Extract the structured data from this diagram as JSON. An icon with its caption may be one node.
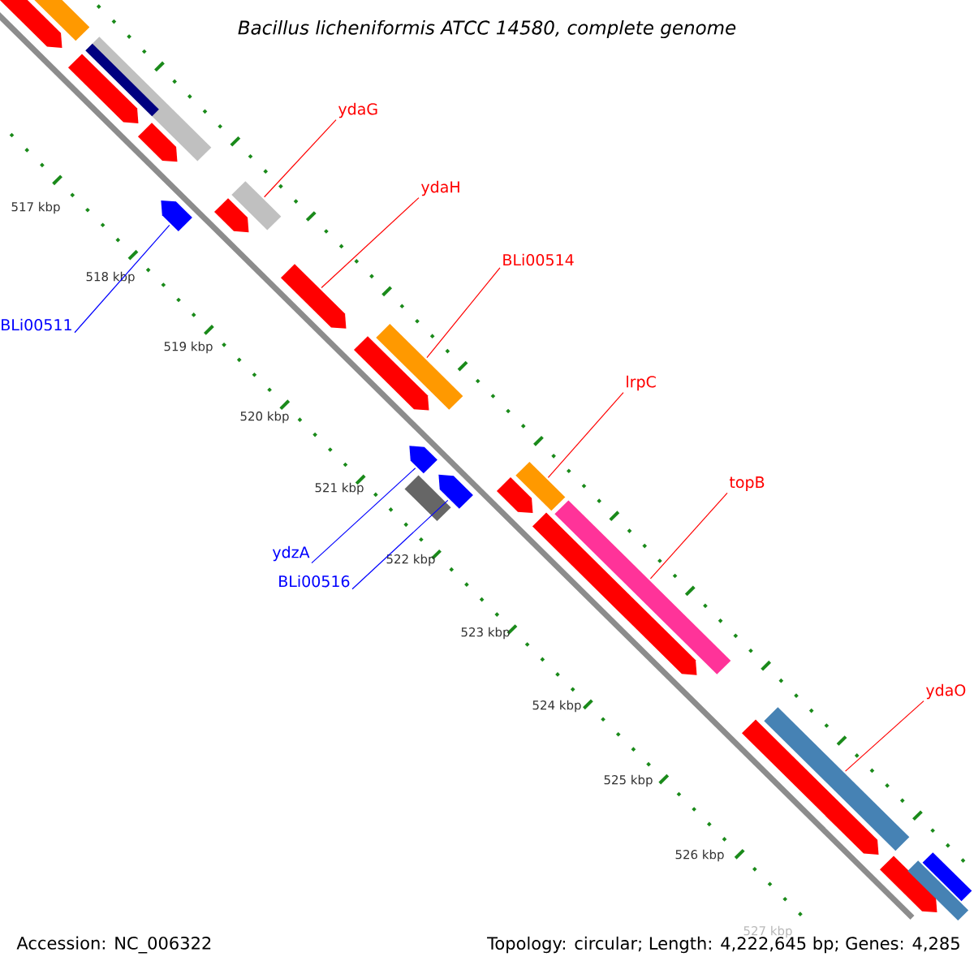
{
  "diagram": {
    "title": "Bacillus licheniformis ATCC 14580, complete genome",
    "nodes": [
      {
        "text": [
          "ydaG"
        ]
      },
      {
        "text": [
          "ydaH"
        ]
      },
      {
        "text": [
          "BLi00514"
        ]
      },
      {
        "text": [
          "lrpC"
        ]
      },
      {
        "text": [
          "topB"
        ]
      },
      {
        "text": [
          "ydaO"
        ]
      },
      {
        "text": [
          "BLi00511"
        ]
      },
      {
        "text": [
          "ydzA"
        ]
      },
      {
        "text": [
          "BLi00516"
        ]
      },
      {
        "text": [],
        "shape": "bar"
      },
      {
        "text": [],
        "shape": "bar"
      },
      {
        "text": [],
        "shape": "bar"
      },
      {
        "text": [],
        "shape": "bar",
        "in": 11
      },
      {
        "text": [],
        "shape": "bar"
      },
      {
        "text": [],
        "shape": "bar"
      },
      {
        "text": [],
        "shape": "bar"
      },
      {
        "text": [],
        "shape": "bar"
      },
      {
        "text": [],
        "shape": "bar"
      },
      {
        "text": [],
        "shape": "bar"
      },
      {
        "text": [],
        "shape": "bar"
      },
      {
        "text": [],
        "shape": "bar"
      },
      {
        "text": [],
        "shape": "bar"
      },
      {
        "text": [],
        "shape": "bar"
      },
      {
        "text": [],
        "shape": "bar"
      },
      {
        "text": [],
        "shape": "bar"
      },
      {
        "text": [],
        "shape": "bar"
      },
      {
        "text": [],
        "shape": "bar"
      },
      {
        "text": [],
        "shape": "bar"
      },
      {
        "text": [],
        "shape": "bar"
      },
      {
        "text": [],
        "shape": "bar"
      },
      {
        "text": [],
        "shape": "bar"
      },
      {
        "text": [],
        "shape": "bar"
      },
      {
        "text": [],
        "shape": "bar"
      }
    ],
    "edges": [
      {
        "from": 0,
        "to": 16,
        "arrow": "none"
      },
      {
        "from": 1,
        "to": 18,
        "arrow": "none"
      },
      {
        "from": 2,
        "to": 20,
        "arrow": "none"
      },
      {
        "from": 3,
        "to": 25,
        "arrow": "none"
      },
      {
        "from": 4,
        "to": 27,
        "arrow": "none"
      },
      {
        "from": 5,
        "to": 29,
        "arrow": "none"
      },
      {
        "from": 6,
        "to": 15,
        "arrow": "none",
        "color": "#0000ff"
      },
      {
        "from": 7,
        "to": 21,
        "arrow": "none",
        "color": "#0000ff"
      },
      {
        "from": 8,
        "to": 23,
        "arrow": "none",
        "color": "#0000ff"
      }
    ],
    "labels": [
      "517 kbp",
      "518 kbp",
      "519 kbp",
      "520 kbp",
      "521 kbp",
      "522 kbp",
      "523 kbp",
      "524 kbp",
      "525 kbp",
      "526 kbp",
      "527 kbp",
      "Accession: NC_006322",
      "Topology: circular; Length: 4,222,645 bp; Genes: 4,285"
    ]
  }
}
